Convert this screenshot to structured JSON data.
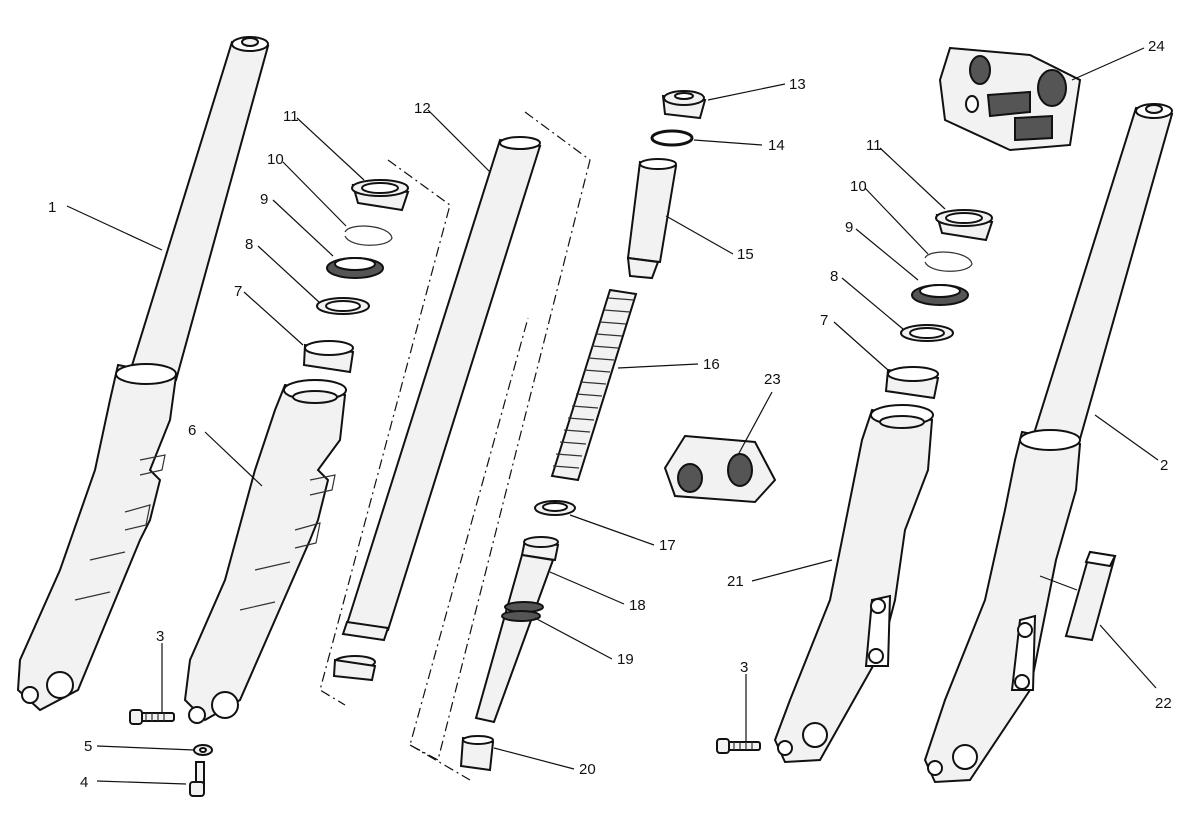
{
  "callouts": [
    {
      "id": "c1",
      "text": "1"
    },
    {
      "id": "c2",
      "text": "2"
    },
    {
      "id": "c3a",
      "text": "3"
    },
    {
      "id": "c3b",
      "text": "3"
    },
    {
      "id": "c4",
      "text": "4"
    },
    {
      "id": "c5",
      "text": "5"
    },
    {
      "id": "c6",
      "text": "6"
    },
    {
      "id": "c7a",
      "text": "7"
    },
    {
      "id": "c7b",
      "text": "7"
    },
    {
      "id": "c8a",
      "text": "8"
    },
    {
      "id": "c8b",
      "text": "8"
    },
    {
      "id": "c9a",
      "text": "9"
    },
    {
      "id": "c9b",
      "text": "9"
    },
    {
      "id": "c10a",
      "text": "10"
    },
    {
      "id": "c10b",
      "text": "10"
    },
    {
      "id": "c11a",
      "text": "11"
    },
    {
      "id": "c11b",
      "text": "11"
    },
    {
      "id": "c12",
      "text": "12"
    },
    {
      "id": "c13",
      "text": "13"
    },
    {
      "id": "c14",
      "text": "14"
    },
    {
      "id": "c15",
      "text": "15"
    },
    {
      "id": "c16",
      "text": "16"
    },
    {
      "id": "c17",
      "text": "17"
    },
    {
      "id": "c18",
      "text": "18"
    },
    {
      "id": "c19",
      "text": "19"
    },
    {
      "id": "c20",
      "text": "20"
    },
    {
      "id": "c21",
      "text": "21"
    },
    {
      "id": "c22",
      "text": "22"
    },
    {
      "id": "c23",
      "text": "23"
    },
    {
      "id": "c24",
      "text": "24"
    }
  ]
}
